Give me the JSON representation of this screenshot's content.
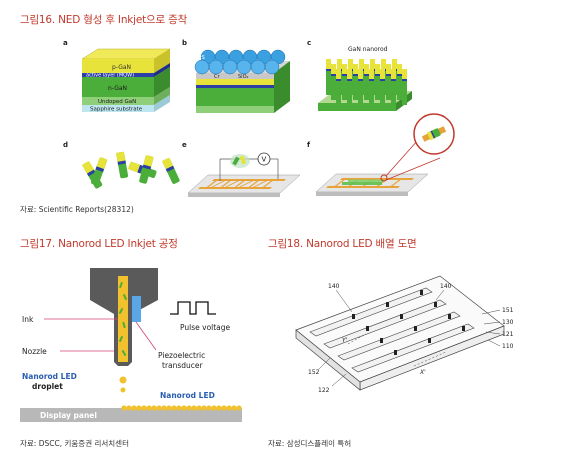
{
  "fig16": {
    "title": "그림16. NED 형성 후 Inkjet으로 증착",
    "source": "자료: Scientific Reports(28312)",
    "panels": [
      "a",
      "b",
      "c",
      "d",
      "e",
      "f"
    ],
    "layers": {
      "p_gan": "p-GaN",
      "active": "active layer (MQW)",
      "n_gan": "n-GaN",
      "undoped": "Undoped GaN",
      "substrate": "Sapphire substrate"
    },
    "b_labels": {
      "ps": "PS",
      "cr": "Cr",
      "sio2": "SiO₂"
    },
    "c_label": "GaN nanorod",
    "e_meter": "V"
  },
  "fig17": {
    "title": "그림17. Nanorod LED Inkjet 공정",
    "source": "자료: DSCC, 키움증권 리서치센터",
    "labels": {
      "ink": "Ink",
      "nozzle": "Nozzle",
      "droplet_line1": "Nanorod LED",
      "droplet_line2": "droplet",
      "pulse": "Pulse voltage",
      "piezo_line1": "Piezoelectric",
      "piezo_line2": "transducer",
      "nanorod": "Nanorod LED",
      "panel": "Display panel"
    }
  },
  "fig18": {
    "title": "그림18. Nanorod LED 배열 도면",
    "source": "자료: 삼성디스플레이 특허",
    "labels": {
      "l140a": "140",
      "l140b": "140",
      "l151": "151",
      "l130": "130",
      "l121": "121",
      "l110": "110",
      "l152": "152",
      "l122": "122",
      "y_axis": "Y'",
      "x_axis": "X'"
    }
  },
  "colors": {
    "title_red": "#c0392b",
    "gan_yellow": "#e8e33a",
    "gan_green": "#4cae3a",
    "mqw_blue": "#2b3fa6",
    "electrode_orange": "#e8a23a",
    "nozzle_gray": "#5a5a5a",
    "led_yellow": "#f2c12e",
    "label_blue": "#2a5db0",
    "label_pink": "#d6457a"
  }
}
